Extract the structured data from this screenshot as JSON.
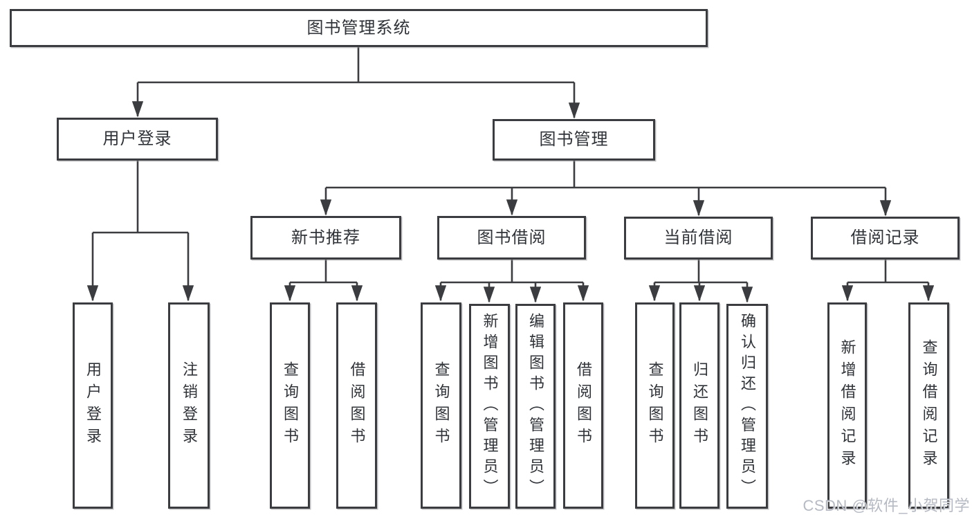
{
  "nodes": {
    "root": "图书管理系统",
    "user_login": "用户登录",
    "book_mgmt": "图书管理",
    "new_book_rec": "新书推荐",
    "book_borrow": "图书借阅",
    "current_borrow": "当前借阅",
    "borrow_record": "借阅记录",
    "ul_login": "用户登录",
    "ul_logout": "注销登录",
    "nbr_query": "查询图书",
    "nbr_borrow": "借阅图书",
    "bb_query": "查询图书",
    "bb_add": "新增图书（管理员）",
    "bb_edit": "编辑图书（管理员）",
    "bb_borrow": "借阅图书",
    "cb_query": "查询图书",
    "cb_return": "归还图书",
    "cb_confirm": "确认归还（管理员）",
    "br_add": "新增借阅记录",
    "br_query": "查询借阅记录"
  },
  "watermark": "CSDN @软件_小贺同学",
  "colors": {
    "line": "#3a3c3f",
    "text": "#2f3338",
    "box_bg": "#ffffff",
    "watermark": "#b2b6c0"
  }
}
